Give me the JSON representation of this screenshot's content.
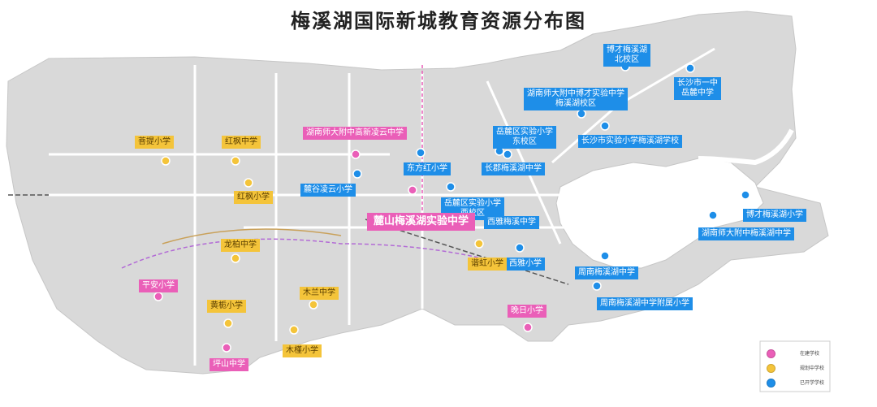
{
  "title": "梅溪湖国际新城教育资源分布图",
  "colors": {
    "land": "#d9d9d9",
    "road": "#ffffff",
    "water": "#ffffff",
    "opened": "#1e8ee8",
    "planned": "#f4c43a",
    "building": "#ea5fb8"
  },
  "labels": {
    "bocai_north": "博才梅溪湖\n北校区",
    "changsha_yizhong": "长沙市一中\n岳麓中学",
    "hunan_bocai": "湖南师大附中博才实验中学\n梅溪湖校区",
    "yuelu_east": "岳麓区实验小学\n东校区",
    "changsha_shiyan": "长沙市实验小学梅溪湖学校",
    "dongfanghong": "东方红小学",
    "changjun": "长郡梅溪湖中学",
    "yuelu_west": "岳麓区实验小学\n西校区",
    "xiya_mx": "西雅梅溪中学",
    "bocai_xiaoxue": "博才梅溪湖小学",
    "hunan_bocai_mx": "湖南师大附中梅溪湖中学",
    "xiya_xiaoxue": "西雅小学",
    "zhounan_mx": "周南梅溪湖中学",
    "zhounan_fx": "周南梅溪湖中学附属小学",
    "lugu_lingyun": "麓谷凌云小学",
    "hunan_gaoxin": "湖南师大附中高新凌云中学",
    "lishan": "麓山梅溪湖实验中学",
    "wanri": "晚日小学",
    "jiayi": "谐虹小学",
    "hongfeng_zx": "红枫中学",
    "hongfeng_xx": "红枫小学",
    "longbo": "龙柏中学",
    "mulan_zx": "木兰中学",
    "heping": "平安小学",
    "huangchi": "黄栀小学",
    "mulan_xx": "木槿小学",
    "pingshan": "坪山中学",
    "shengtie": "菩提小学"
  },
  "legend": {
    "building": "在建学校",
    "planned": "规划中学校",
    "opened": "已开学学校"
  },
  "schools": [
    {
      "key": "bocai_north",
      "type": "opened"
    },
    {
      "key": "changsha_yizhong",
      "type": "opened"
    },
    {
      "key": "hunan_bocai",
      "type": "opened"
    },
    {
      "key": "yuelu_east",
      "type": "opened"
    },
    {
      "key": "changsha_shiyan",
      "type": "opened"
    },
    {
      "key": "dongfanghong",
      "type": "opened"
    },
    {
      "key": "changjun",
      "type": "opened"
    },
    {
      "key": "yuelu_west",
      "type": "opened"
    },
    {
      "key": "xiya_mx",
      "type": "opened"
    },
    {
      "key": "bocai_xiaoxue",
      "type": "opened"
    },
    {
      "key": "hunan_bocai_mx",
      "type": "opened"
    },
    {
      "key": "xiya_xiaoxue",
      "type": "opened"
    },
    {
      "key": "zhounan_mx",
      "type": "opened"
    },
    {
      "key": "zhounan_fx",
      "type": "opened"
    },
    {
      "key": "lugu_lingyun",
      "type": "opened"
    },
    {
      "key": "hunan_gaoxin",
      "type": "building"
    },
    {
      "key": "lishan",
      "type": "building"
    },
    {
      "key": "wanri",
      "type": "building"
    },
    {
      "key": "jiayi",
      "type": "planned"
    },
    {
      "key": "hongfeng_zx",
      "type": "planned"
    },
    {
      "key": "hongfeng_xx",
      "type": "planned"
    },
    {
      "key": "longbo",
      "type": "planned"
    },
    {
      "key": "mulan_zx",
      "type": "planned"
    },
    {
      "key": "heping",
      "type": "building"
    },
    {
      "key": "huangchi",
      "type": "planned"
    },
    {
      "key": "mulan_xx",
      "type": "planned"
    },
    {
      "key": "pingshan",
      "type": "building"
    },
    {
      "key": "shengtie",
      "type": "planned"
    }
  ]
}
